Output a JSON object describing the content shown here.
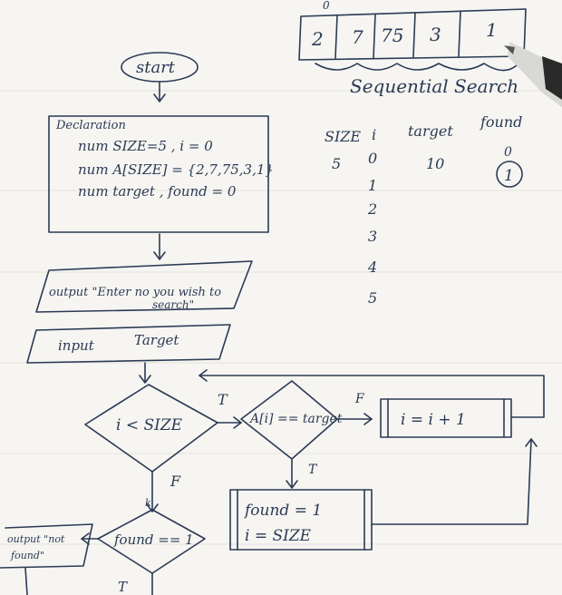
{
  "array": {
    "index_label": "0",
    "cells": [
      "2",
      "7",
      "75",
      "3",
      "1"
    ],
    "caption": "Sequential Search"
  },
  "start_label": "start",
  "declaration": {
    "title": "Declaration",
    "lines": [
      "num SIZE=5 , i = 0",
      "num A[SIZE] = {2,7,75,3,1}",
      "num target , found = 0"
    ]
  },
  "output_box": {
    "line1": "output \"Enter no you wish to",
    "line2": "search\""
  },
  "input_box": {
    "left": "input",
    "right": "Target"
  },
  "trace": {
    "headers": [
      "SIZE",
      "i",
      "target",
      "found"
    ],
    "size": "5",
    "i_values": [
      "0",
      "1",
      "2",
      "3",
      "4",
      "5"
    ],
    "target": "10",
    "found_values": [
      "0",
      "1"
    ]
  },
  "loop_condition": "i < SIZE",
  "true_label": "T",
  "false_label": "F",
  "compare_condition": "A[i] == target",
  "compare_false": "F",
  "compare_true": "T",
  "increment": "i = i + 1",
  "found_box": {
    "line1": "found = 1",
    "line2": "i = SIZE"
  },
  "found_check": "found == 1",
  "k_label": "k",
  "not_found_output": {
    "line1": "output \"not",
    "line2": "found\""
  },
  "bottom_true": "T"
}
